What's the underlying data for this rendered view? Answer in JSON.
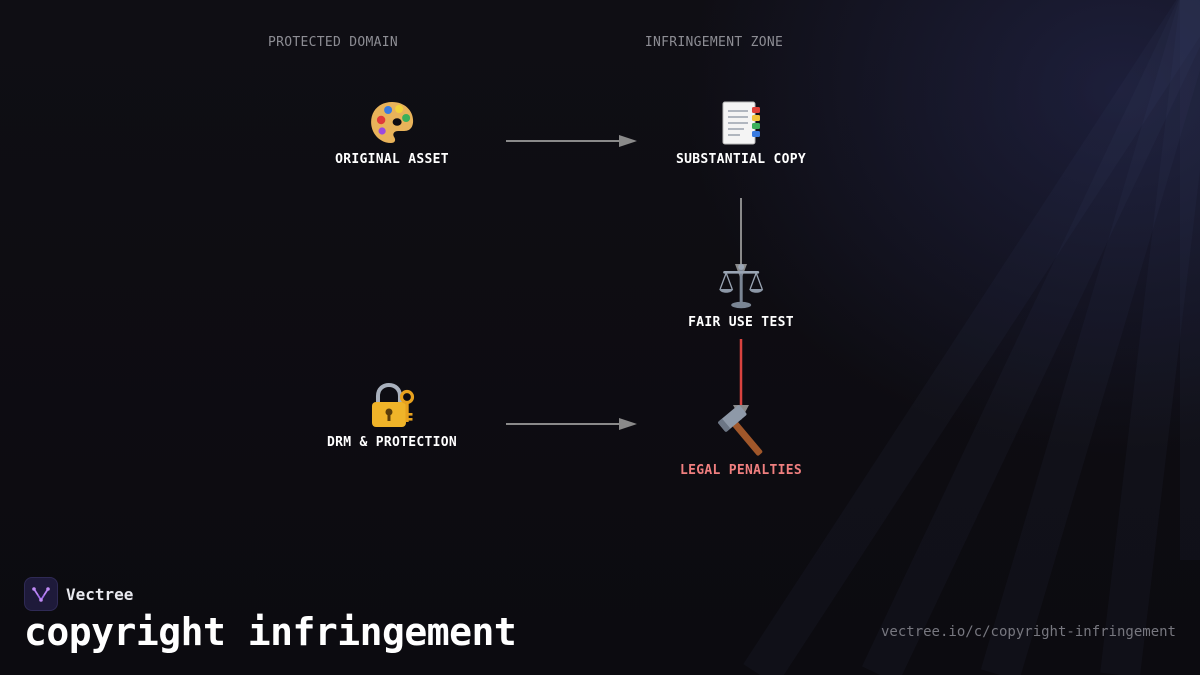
{
  "zones": {
    "left": "PROTECTED DOMAIN",
    "right": "INFRINGEMENT ZONE"
  },
  "nodes": {
    "original_asset": {
      "label": "ORIGINAL ASSET",
      "icon": "palette-icon"
    },
    "substantial_copy": {
      "label": "SUBSTANTIAL COPY",
      "icon": "bookmark-tabs-icon"
    },
    "fair_use_test": {
      "label": "FAIR USE TEST",
      "icon": "balance-scale-icon"
    },
    "drm_protection": {
      "label": "DRM & PROTECTION",
      "icon": "lock-with-key-icon"
    },
    "legal_penalties": {
      "label": "LEGAL PENALTIES",
      "icon": "hammer-icon"
    }
  },
  "colors": {
    "background": "#0e0d12",
    "arrow": "#8a8a8a",
    "danger_arrow": "#d9433f",
    "danger_text": "#f07f7f",
    "zone_text": "#8d8d94"
  },
  "footer": {
    "brand": "Vectree",
    "title": "copyright infringement",
    "url": "vectree.io/c/copyright-infringement"
  }
}
